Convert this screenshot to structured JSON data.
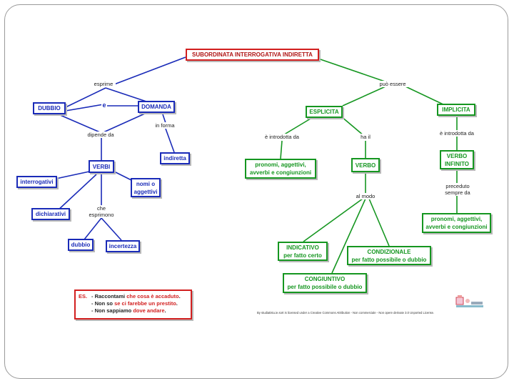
{
  "boxes": {
    "title": "SUBORDINATA INTERROGATIVA INDIRETTA",
    "dubbio": "DUBBIO",
    "domanda": "DOMANDA",
    "indiretta": "indiretta",
    "verbi": "VERBI",
    "interrogativi": "interrogativi",
    "nomi_aggettivi": "nomi o\naggettivi",
    "dichiarativi": "dichiarativi",
    "dubbio_small": "dubbio",
    "incertezza": "incertezza",
    "esplicita": "ESPLICITA",
    "implicita": "IMPLICITA",
    "pronomi1": "pronomi, aggettivi,\navverbi e congiunzioni",
    "verbo": "VERBO",
    "verbo_infinito": "VERBO\nINFINITO",
    "pronomi2": "pronomi, aggettivi,\navverbi e congiunzioni",
    "indicativo": "INDICATIVO\nper fatto certo",
    "condizionale": "CONDIZIONALE\nper fatto possibile o dubbio",
    "congiuntivo": "CONGIUNTIVO\nper fatto possibile o dubbio"
  },
  "labels": {
    "esprime": "esprime",
    "e": "e",
    "dipende_da": "dipende da",
    "in_forma": "in forma",
    "che_esprimono": "che\nesprimono",
    "puo_essere": "può essere",
    "e_introdotta_da_1": "è introdotta da",
    "ha_il": "ha il",
    "e_introdotta_da_2": "è introdotta da",
    "al_modo": "al modo",
    "preceduto_sempre_da": "preceduto\nsempre da"
  },
  "example": {
    "head": "ES.",
    "l1a": "- Raccontami ",
    "l1b": "che cosa è accaduto",
    "l1c": ".",
    "l2a": "- Non so ",
    "l2b": "se ci farebbe un prestito",
    "l2c": ".",
    "l3a": "- Non sappiamo ",
    "l3b": "dove andare",
    "l3c": "."
  },
  "credit": "By studiatistu.ie.sort is licensed under a Creative Commons Attribution - Non commerciale - Non opere derivate 3.0 Unported License.",
  "colors": {
    "blue": "#1a2bb8",
    "green": "#159620",
    "red": "#d21f1f"
  }
}
